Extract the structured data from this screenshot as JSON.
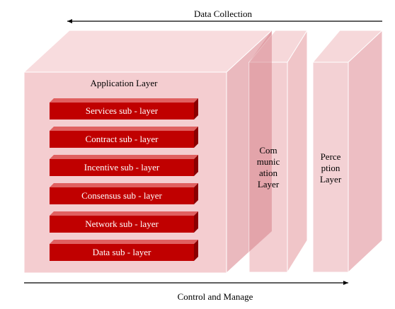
{
  "diagram": {
    "top_arrow_label": "Data Collection",
    "bottom_arrow_label": "Control and Manage",
    "application_layer": {
      "label": "Application Layer",
      "sublayers": [
        "Services sub - layer",
        "Contract sub - layer",
        "Incentive sub - layer",
        "Consensus sub - layer",
        "Network sub - layer",
        "Data sub - layer"
      ]
    },
    "communication_layer": {
      "lines": [
        "Com",
        "munic",
        "ation",
        "Layer"
      ]
    },
    "perception_layer": {
      "lines": [
        "Perce",
        "ption",
        "Layer"
      ]
    },
    "colors": {
      "block_front": "#f4cdd0",
      "block_side": "#eab9be",
      "block_top": "#f8dcde",
      "block_edge": "#ffffff",
      "sublayer_front": "#c00000",
      "sublayer_top": "#e06060",
      "sublayer_side": "#8a0000",
      "sublayer_text": "#ffffff",
      "arrow": "#000000"
    }
  }
}
